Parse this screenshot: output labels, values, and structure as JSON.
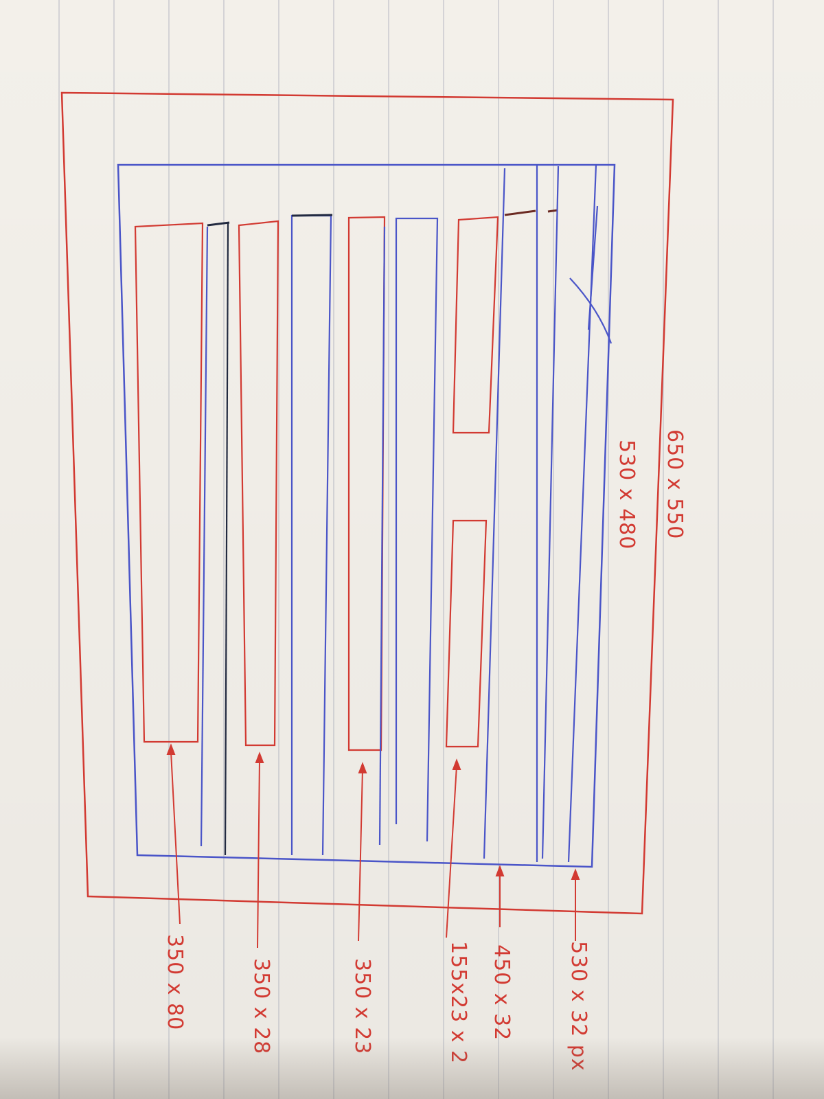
{
  "diagram": {
    "outer_label": "650 x 550",
    "inner_label": "530 x 480",
    "callouts": [
      {
        "id": "box-1",
        "text": "350 x 80"
      },
      {
        "id": "box-2",
        "text": "350 x 28"
      },
      {
        "id": "box-3",
        "text": "350 x 23"
      },
      {
        "id": "box-4",
        "text": "155x23 x 2"
      },
      {
        "id": "row-5",
        "text": "450 x 32"
      },
      {
        "id": "row-6",
        "text": "530 x 32 px"
      }
    ]
  },
  "colors": {
    "red_ink": "#d23a32",
    "blue_ink": "#4a55c8",
    "dark_ink": "#222a40",
    "paper": "#f3f0ea",
    "ruling": "#b9bcc5"
  }
}
